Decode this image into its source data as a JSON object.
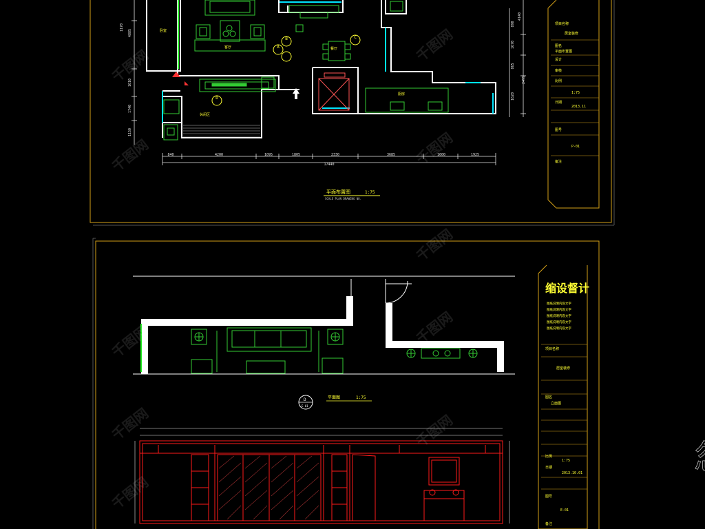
{
  "colors": {
    "background": "#000000",
    "frame": "#d4a017",
    "wall": "#ffffff",
    "furniture": "#33cc33",
    "glass": "#00e5ff",
    "dimension": "#e6e6e6",
    "label": "#ffff33",
    "callout": "#ff4444",
    "elevation_red": "#ff1a1a"
  },
  "sheet1": {
    "plan_title": "平面布置图",
    "plan_scale": "1:75",
    "plan_subtitle": "SCALE PLAN  DRAWING NO.",
    "dimensions_bottom": [
      "840",
      "4200",
      "1095",
      "1805",
      "2330",
      "3685",
      "1600",
      "1925"
    ],
    "dimension_total": "17440",
    "dimensions_left": [
      "1170",
      "4885",
      "1610",
      "1740",
      "1150"
    ],
    "dimensions_right": [
      "890",
      "4140",
      "1670",
      "865",
      "1620",
      "2495"
    ],
    "room_labels": [
      "客厅",
      "餐厅",
      "厨房",
      "卧室",
      "休闲区"
    ],
    "callouts": [
      "A",
      "B",
      "C",
      "D"
    ],
    "titleblock": {
      "project_label": "项目名称",
      "project_value": "居室装修",
      "drawing_label": "图名",
      "drawing_value": "平面布置图",
      "design_label": "设计",
      "check_label": "审核",
      "scale_label": "比例",
      "scale_value": "1:75",
      "date_label": "日期",
      "date_value": "2013.11",
      "number_label": "图号",
      "number_value": "P-01",
      "remarks_label": "备注"
    }
  },
  "sheet2": {
    "brand": "缩设督计",
    "plan_title": "平面图",
    "plan_scale": "1:75",
    "plan_callout": "D",
    "plan_callout_sub": "E-01",
    "notes_lines": [
      "图纸说明内容文字",
      "图纸说明内容文字",
      "图纸说明内容文字",
      "图纸说明内容文字",
      "图纸说明内容文字"
    ],
    "titleblock": {
      "project_label": "项目名称",
      "project_value": "居室装修",
      "drawing_label": "图名",
      "drawing_value": "立面图",
      "scale_label": "比例",
      "scale_value": "1:75",
      "date_label": "日期",
      "date_value": "2013.10.01",
      "number_label": "图号",
      "number_value": "E-01",
      "remarks_label": "备注"
    }
  },
  "watermark": "千图网",
  "edge_glyph": "忽"
}
